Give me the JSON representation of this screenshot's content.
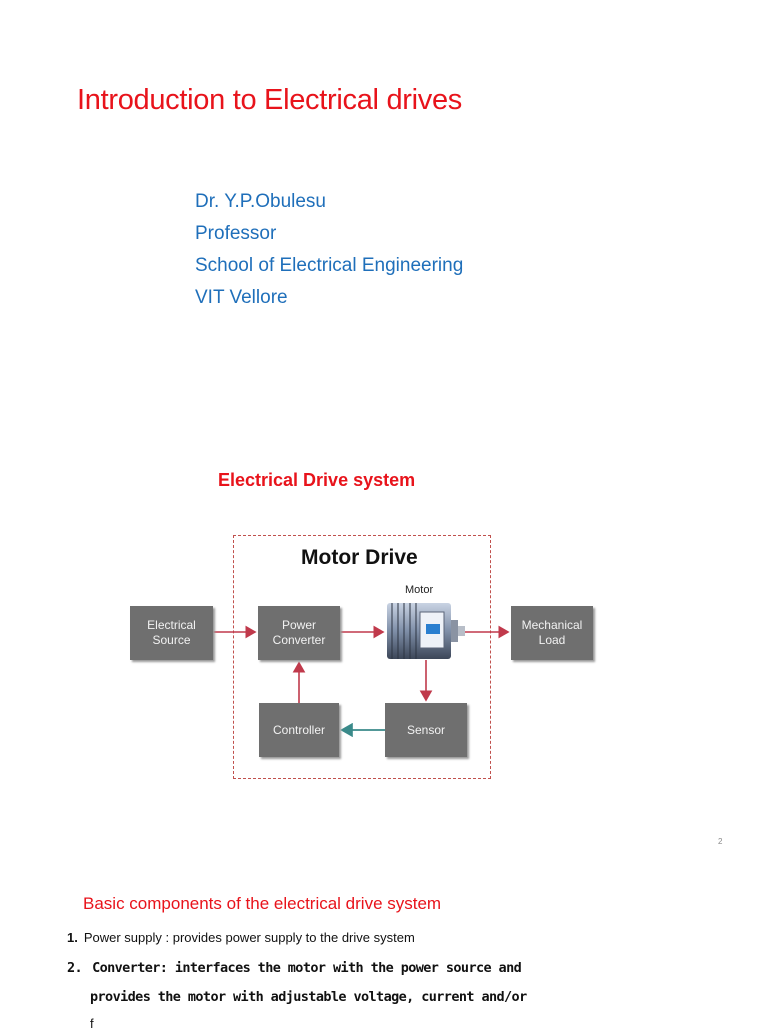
{
  "slide1": {
    "title": "Introduction to Electrical drives",
    "author_lines": [
      "Dr. Y.P.Obulesu",
      "Professor",
      "School of Electrical Engineering",
      "VIT Vellore"
    ]
  },
  "slide2": {
    "heading": "Electrical Drive system",
    "diagram": {
      "frame_title": "Motor Drive",
      "motor_label": "Motor",
      "blocks": {
        "electrical_source": "Electrical Source",
        "power_converter": "Power Converter",
        "mechanical_load": "Mechanical Load",
        "controller": "Controller",
        "sensor": "Sensor"
      }
    },
    "page_number": "2"
  },
  "slide3": {
    "heading": "Basic components of the electrical drive system",
    "items": [
      {
        "num": "1.",
        "text": "Power supply : provides power supply to the drive system"
      },
      {
        "num": "2.",
        "text": "Converter: interfaces the motor with the power source and"
      },
      {
        "num": "",
        "text": "provides the motor with adjustable voltage, current and/or"
      },
      {
        "num": "",
        "text": "f"
      }
    ]
  },
  "colors": {
    "title_red": "#e8131b",
    "author_blue": "#1f6fba",
    "block_gray": "#6f6f6f",
    "arrow_red": "#c0394b",
    "arrow_teal": "#3a8a8a"
  }
}
